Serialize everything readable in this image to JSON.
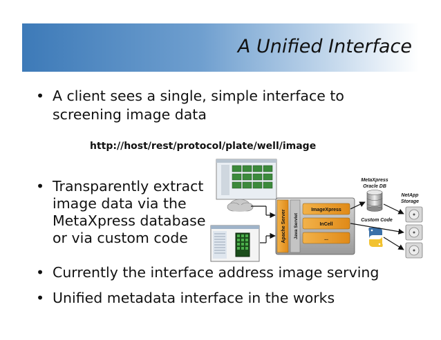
{
  "title": "A Unified Interface",
  "bullets": [
    {
      "lines": [
        "A client sees a single, simple interface to",
        "screening image data"
      ]
    },
    {
      "lines": [
        "Transparently extract",
        "image data via the",
        "MetaXpress database",
        "or via custom code"
      ]
    },
    {
      "lines": [
        "Currently the interface address image serving"
      ]
    },
    {
      "lines": [
        "Unified metadata interface in the works"
      ]
    }
  ],
  "url": "http://host/rest/protocol/plate/well/image",
  "diagram": {
    "apache_server": "Apache Server",
    "java_servlet": "Java Servlet",
    "modules": [
      "ImageXpress",
      "InCell",
      "..."
    ],
    "metaxpress_db": [
      "MetaXpress",
      "Oracle DB"
    ],
    "netapp": [
      "NetApp",
      "Storage"
    ],
    "custom_code": "Custom Code"
  }
}
